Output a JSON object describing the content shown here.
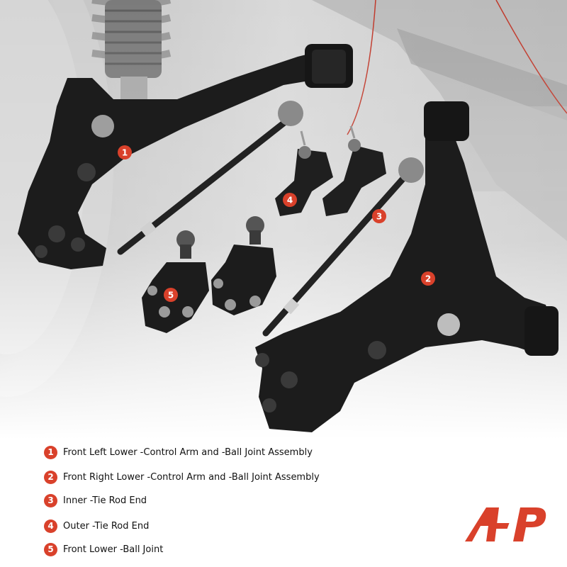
{
  "callouts": [
    {
      "number": "1"
    },
    {
      "number": "2"
    },
    {
      "number": "3"
    },
    {
      "number": "4"
    },
    {
      "number": "5"
    }
  ],
  "legend": [
    {
      "number": "1",
      "label": "Front Left Lower -Control Arm and -Ball Joint Assembly"
    },
    {
      "number": "2",
      "label": "Front Right Lower -Control Arm and -Ball Joint Assembly"
    },
    {
      "number": "3",
      "label": "Inner -Tie Rod End"
    },
    {
      "number": "4",
      "label": "Outer -Tie Rod End"
    },
    {
      "number": "5",
      "label": "Front Lower -Ball Joint"
    }
  ],
  "colors": {
    "accent": "#d9412b",
    "part_black": "#1b1b1b",
    "text": "#111111"
  },
  "logo": {
    "icon": "brand-logo-icon"
  }
}
